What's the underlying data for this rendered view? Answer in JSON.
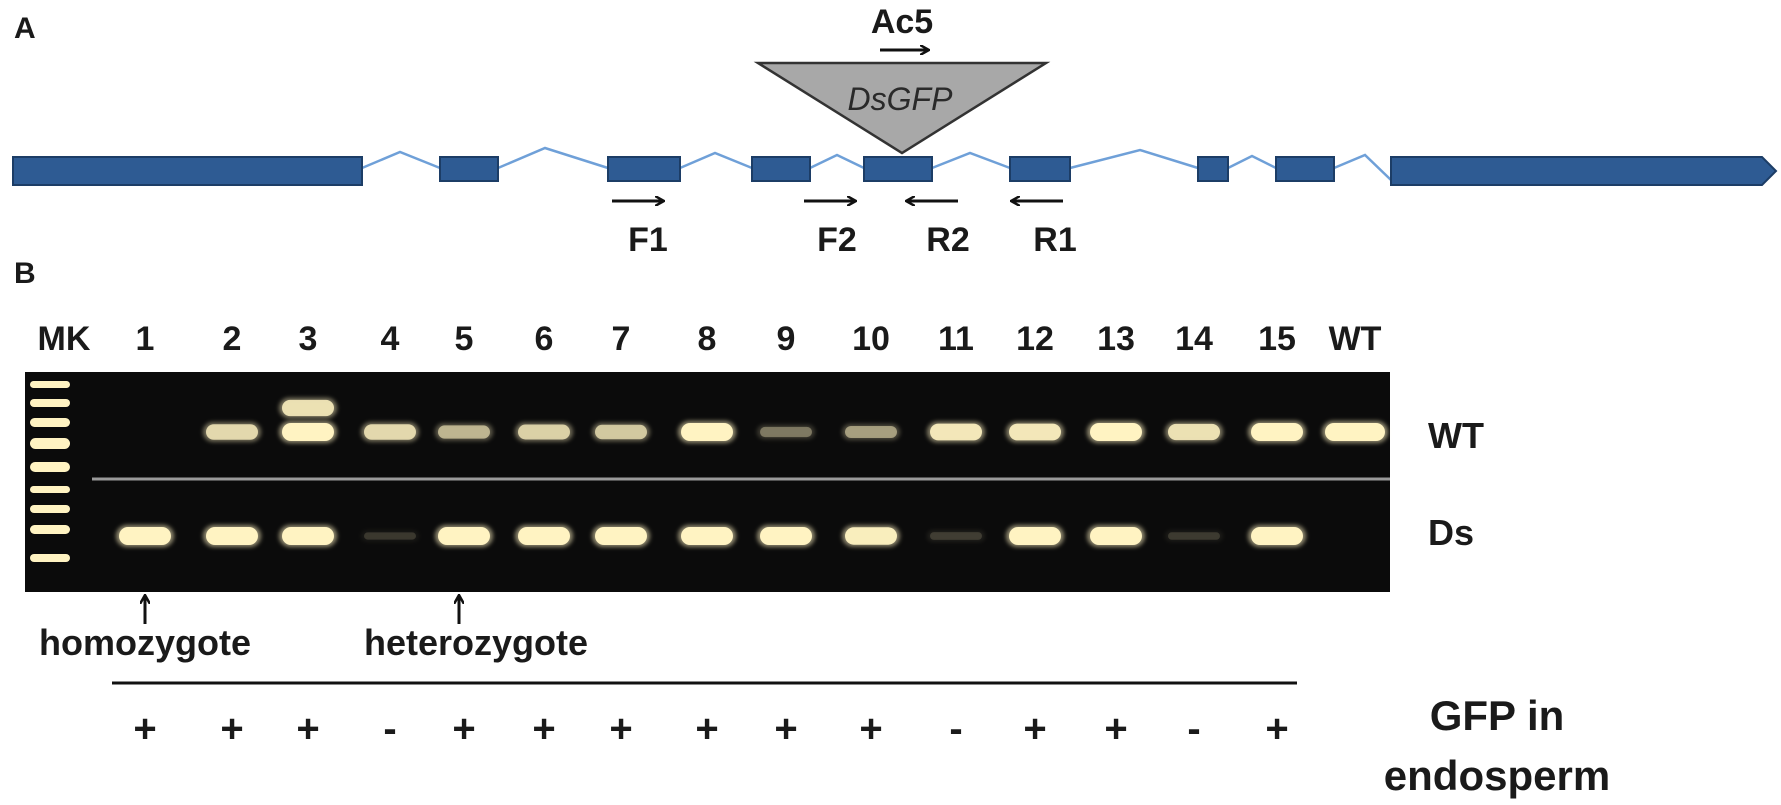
{
  "panel_a": {
    "letter": "A",
    "insertion_label": "DsGFP",
    "insertion_primer": "Ac5",
    "primers": [
      "F1",
      "F2",
      "R2",
      "R1"
    ],
    "colors": {
      "exon": "#2e5b93",
      "intron": "#6fa0d8",
      "insertion": "#a8a8a8"
    }
  },
  "panel_b": {
    "letter": "B",
    "marker_label": "MK",
    "lanes": [
      "1",
      "2",
      "3",
      "4",
      "5",
      "6",
      "7",
      "8",
      "9",
      "10",
      "11",
      "12",
      "13",
      "14",
      "15",
      "WT"
    ],
    "row_labels": {
      "top": "WT",
      "bottom": "Ds"
    },
    "wt_band_intensity": [
      0,
      0.8,
      1.0,
      0.8,
      0.6,
      0.75,
      0.7,
      1.0,
      0.35,
      0.5,
      0.9,
      0.9,
      1.0,
      0.85,
      1.0,
      1.0
    ],
    "wt_upper_extra_band_lane": "3",
    "ds_band_intensity": [
      1.0,
      1.0,
      1.0,
      0.1,
      1.0,
      1.0,
      1.0,
      1.0,
      1.0,
      0.95,
      0.15,
      1.0,
      1.0,
      0.12,
      1.0,
      0
    ],
    "annotations": {
      "homozygote": "homozygote",
      "heterozygote": "heterozygote"
    },
    "gfp_signs": [
      "+",
      "+",
      "+",
      "-",
      "+",
      "+",
      "+",
      "+",
      "+",
      "+",
      "-",
      "+",
      "+",
      "-",
      "+"
    ],
    "gfp_title_line1": "GFP in",
    "gfp_title_line2": "endosperm",
    "colors": {
      "gel": "#0b0b0b",
      "band": "#fff3c2",
      "divider": "#9a9a9a"
    }
  }
}
